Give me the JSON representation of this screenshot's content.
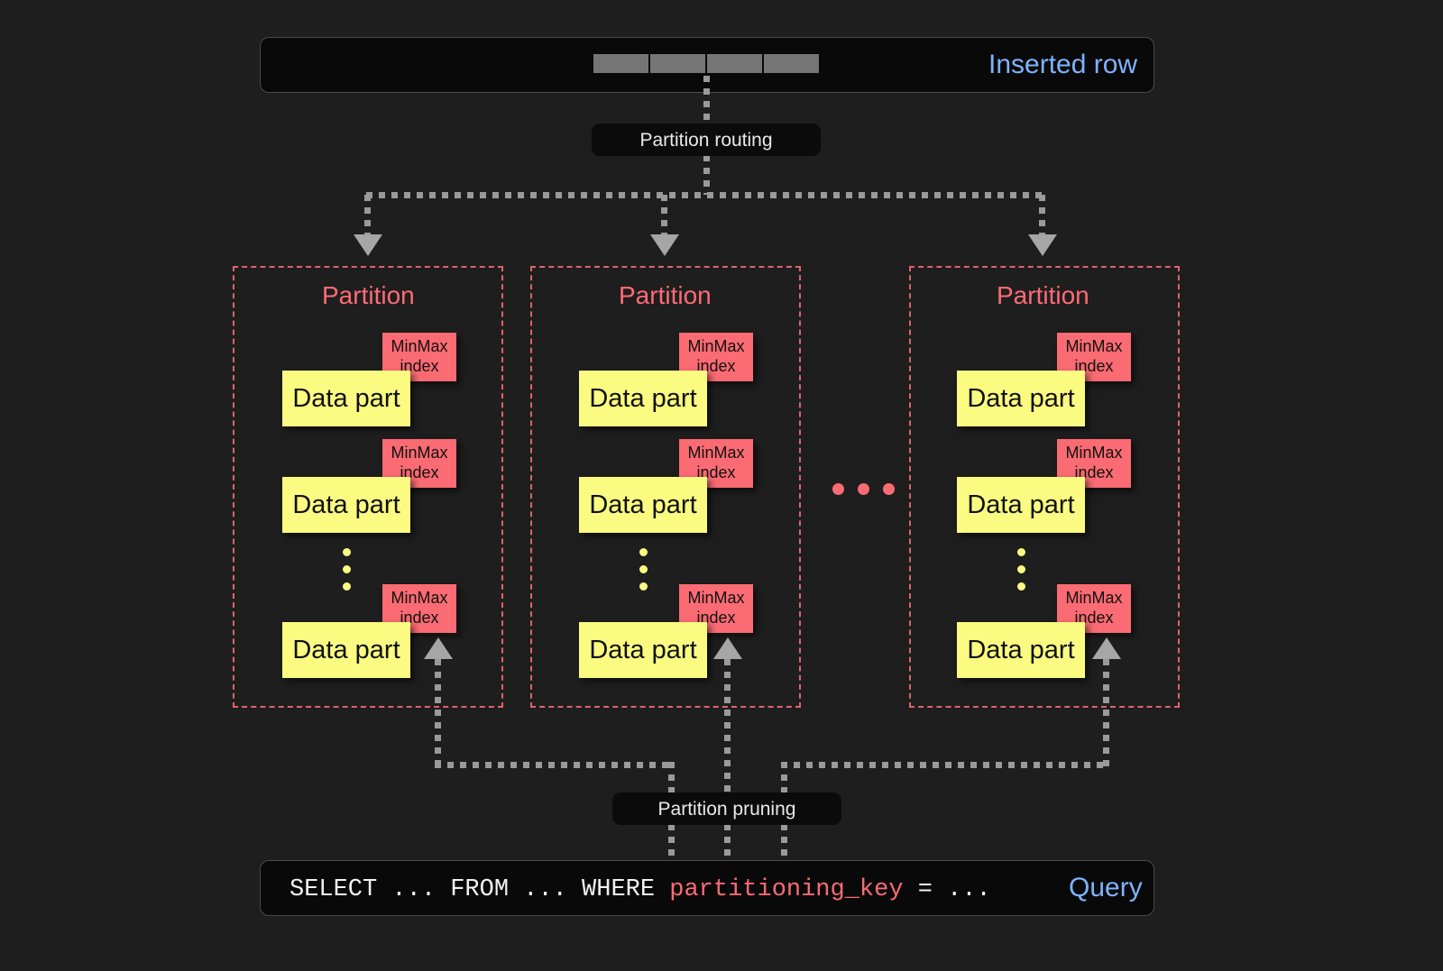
{
  "diagram": {
    "title": "ClickHouse partitioning: insert routing and partition pruning",
    "background_color": "#1e1e1e",
    "accent_colors": {
      "partition_red": "#ff6b75",
      "data_part_yellow": "#fbfb82",
      "minmax_red": "#fb6b73",
      "label_blue": "#7eb3ff",
      "connector_gray": "#9a9a9a"
    }
  },
  "inserted_row": {
    "label": "Inserted row",
    "cell_count": 4,
    "cells": [
      "",
      "",
      "",
      ""
    ]
  },
  "routing": {
    "label": "Partition routing"
  },
  "partitions": [
    {
      "title": "Partition",
      "data_parts": [
        {
          "label": "Data part",
          "index_label": "MinMax\nindex",
          "index_line1": "MinMax",
          "index_line2": "index"
        },
        {
          "label": "Data part",
          "index_label": "MinMax\nindex",
          "index_line1": "MinMax",
          "index_line2": "index"
        },
        {
          "label": "Data part",
          "index_label": "MinMax\nindex",
          "index_line1": "MinMax",
          "index_line2": "index"
        }
      ],
      "ellipsis_dots": 3
    },
    {
      "title": "Partition",
      "data_parts": [
        {
          "label": "Data part",
          "index_label": "MinMax\nindex",
          "index_line1": "MinMax",
          "index_line2": "index"
        },
        {
          "label": "Data part",
          "index_label": "MinMax\nindex",
          "index_line1": "MinMax",
          "index_line2": "index"
        },
        {
          "label": "Data part",
          "index_label": "MinMax\nindex",
          "index_line1": "MinMax",
          "index_line2": "index"
        }
      ],
      "ellipsis_dots": 3
    },
    {
      "title": "Partition",
      "data_parts": [
        {
          "label": "Data part",
          "index_label": "MinMax\nindex",
          "index_line1": "MinMax",
          "index_line2": "index"
        },
        {
          "label": "Data part",
          "index_label": "MinMax\nindex",
          "index_line1": "MinMax",
          "index_line2": "index"
        },
        {
          "label": "Data part",
          "index_label": "MinMax\nindex",
          "index_line1": "MinMax",
          "index_line2": "index"
        }
      ],
      "ellipsis_dots": 3
    }
  ],
  "partition_ellipsis": {
    "dot_count": 3
  },
  "pruning": {
    "label": "Partition pruning"
  },
  "query": {
    "label": "Query",
    "prefix": "SELECT ... FROM ... WHERE ",
    "key": "partitioning_key",
    "suffix": " = ...",
    "full_text": "SELECT ... FROM ... WHERE partitioning_key = ..."
  }
}
